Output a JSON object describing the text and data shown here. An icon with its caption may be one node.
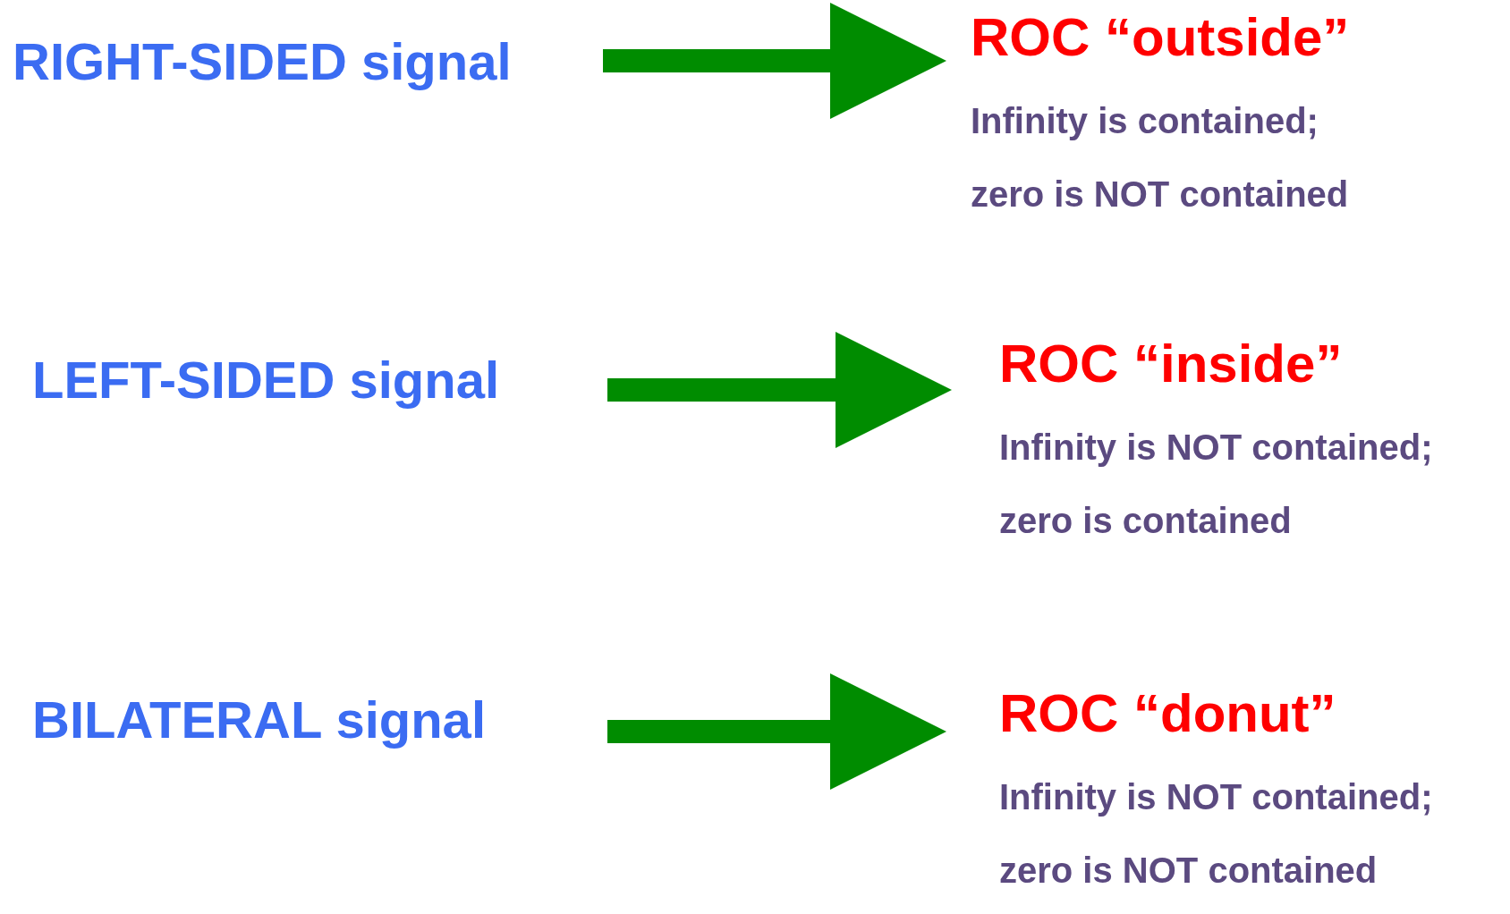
{
  "diagram": {
    "nodes": [
      {
        "text": [
          "RIGHT-SIDED signal"
        ]
      },
      {
        "text": [
          "LEFT-SIDED signal"
        ]
      },
      {
        "text": [
          "BILATERAL signal"
        ]
      },
      {
        "text": [
          "ROC “outside”",
          "Infinity is contained; zero is NOT contained"
        ]
      },
      {
        "text": [
          "ROC “inside”",
          "Infinity is NOT contained; zero is contained"
        ]
      },
      {
        "text": [
          "ROC “donut”",
          "Infinity is NOT contained; zero is NOT contained"
        ]
      }
    ],
    "edges": [
      {
        "from": 0,
        "to": 3,
        "arrow": "to",
        "style": "thick"
      },
      {
        "from": 1,
        "to": 4,
        "arrow": "to",
        "style": "thick"
      },
      {
        "from": 2,
        "to": 5,
        "arrow": "to",
        "style": "thick"
      }
    ]
  }
}
